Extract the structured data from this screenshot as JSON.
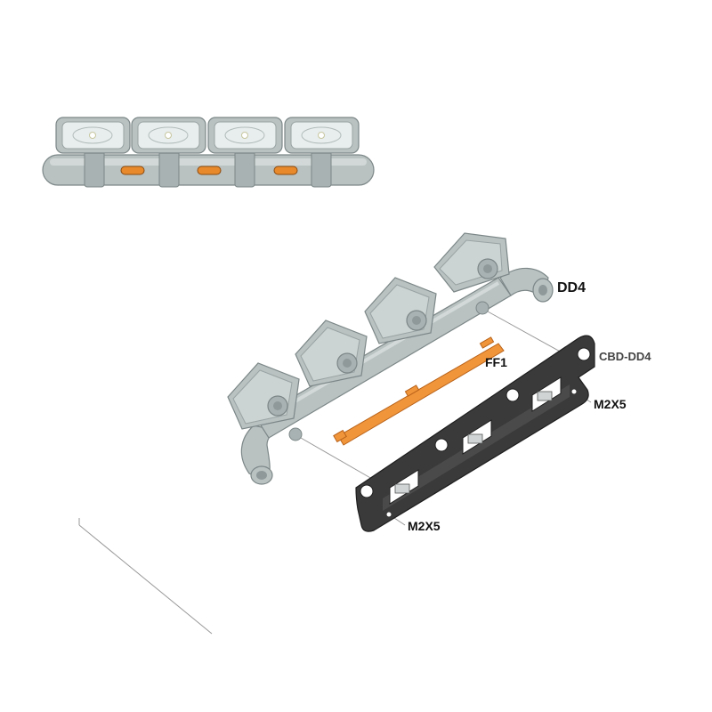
{
  "labels": {
    "light_bar": "DD4",
    "bracket": "CBD-DD4",
    "strip": "FF1",
    "screw_right": "M2X5",
    "screw_left": "M2X5"
  },
  "colors": {
    "part_grey": "#b9c1c1",
    "part_shadow": "#8f9999",
    "lens": "#e8eded",
    "amber": "#e88a2c",
    "strip_orange": "#f0953a",
    "bracket_dark": "#3a3a3a",
    "line": "#999999"
  }
}
